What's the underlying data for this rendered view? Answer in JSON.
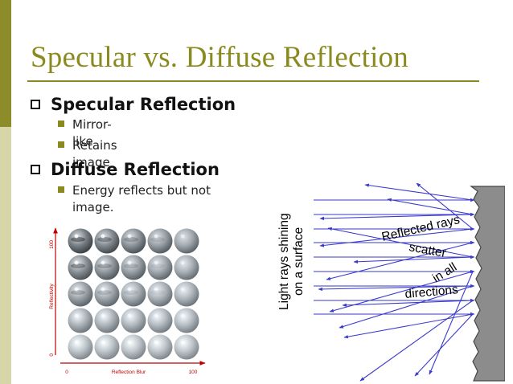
{
  "slide": {
    "title": "Specular vs. Diffuse Reflection",
    "bullets": [
      {
        "heading": "Specular Reflection",
        "subs": [
          "Mirror-like",
          "Retains image"
        ]
      },
      {
        "heading": "Diffuse Reflection",
        "subs": [
          "Energy reflects but not image."
        ]
      }
    ]
  },
  "sphere_figure": {
    "y_axis_label": "Reflectivity",
    "y_top": "100",
    "y_bottom": "0",
    "x_axis_label": "Reflection Blur",
    "x_left": "0",
    "x_right": "100"
  },
  "ray_figure": {
    "side_label_line1": "Light rays shining",
    "side_label_line2": "on a surface",
    "annotations": [
      "Reflected rays",
      "scatter",
      "in all",
      "directions"
    ]
  },
  "colors": {
    "accent": "#8a8a1e",
    "ray": "#3a3acc"
  }
}
